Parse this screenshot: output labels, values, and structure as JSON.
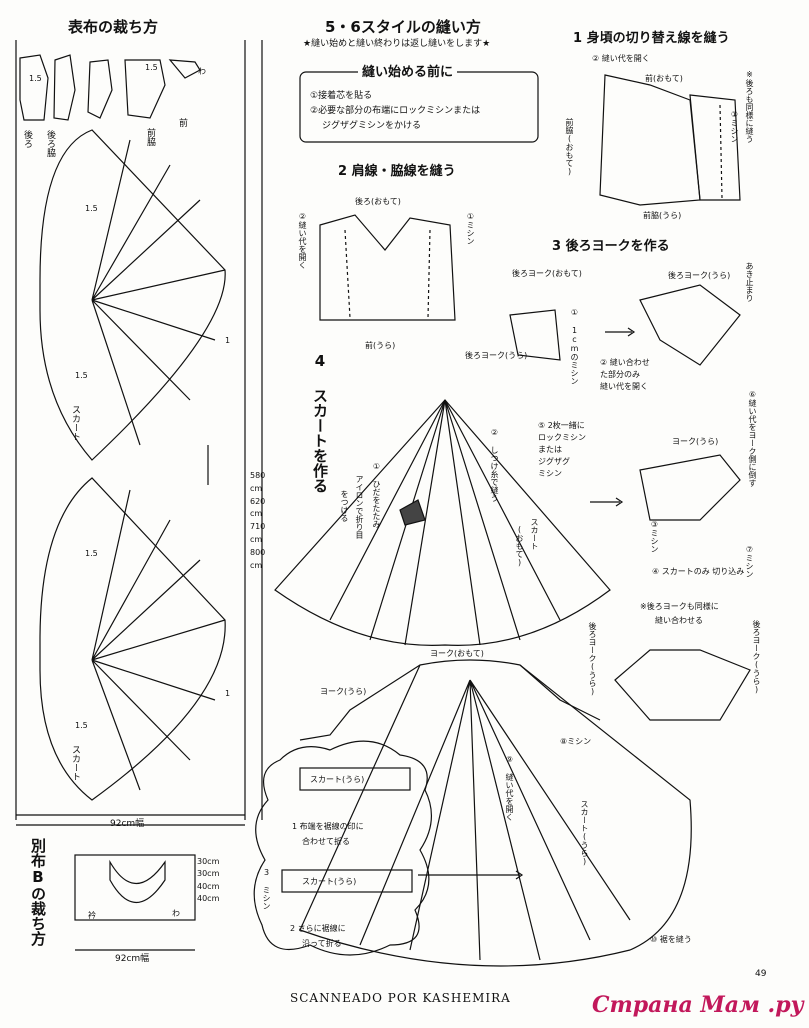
{
  "left": {
    "main_fabric_title": "表布の裁ち方",
    "wa": "わ",
    "seam_15": "1.5",
    "seam_1": "1",
    "back": "後ろ",
    "back_side": "後ろ脇",
    "front_side": "前脇",
    "front": "前",
    "skirt": "スカート",
    "len_580": "580",
    "len_620": "620",
    "len_710": "710",
    "len_800": "800",
    "width_92": "92cm幅",
    "fabric_b_title": "別布Bの裁ち方",
    "collar": "衿",
    "m30a": "30cm",
    "m30b": "30cm",
    "m40a": "40cm",
    "m40b": "40cm"
  },
  "center": {
    "title": "5・6スタイルの縫い方",
    "note": "★縫い始めと縫い終わりは返し縫いをします★",
    "before_title": "縫い始める前に",
    "before_1": "①接着芯を貼る",
    "before_2": "②必要な部分の布端にロックミシンまたは",
    "before_2b": "ジグザグミシンをかける"
  },
  "steps": {
    "s1_title": "1 身頃の切り替え線を縫う",
    "s1_open": "② 縫い代を開く",
    "s1_front_right": "前(おもて)",
    "s1_front_side": "前脇(おもて)",
    "s1_machine": "①ミシン",
    "s1_same": "※後ろも同様に縫う",
    "s1_front_side_wrong": "前脇(うら)",
    "s2_title": "2 肩線・脇線を縫う",
    "s2_back_right": "後ろ(おもて)",
    "s2_open": "②縫い代を開く",
    "s2_machine": "①ミシン",
    "s2_front_wrong": "前(うら)",
    "s3_title": "3 後ろヨークを作る",
    "s3_back_yoke_right": "後ろヨーク(おもて)",
    "s3_back_yoke_wrong": "後ろヨーク(うら)",
    "s3_machine_1cm": "① 1cmのミシン",
    "s3_back_yoke_wrong2": "後ろヨーク(うら)",
    "s3_stop": "あき止まり",
    "s3_open_a": "② 縫い合わせ",
    "s3_open_b": "た部分のみ",
    "s3_open_c": "縫い代を開く",
    "s3_lock_a": "⑤ 2枚一緒に",
    "s3_lock_b": "ロックミシン",
    "s3_lock_c": "または",
    "s3_lock_d": "ジグザグ",
    "s3_lock_e": "ミシン",
    "s3_yoke_wrong": "ヨーク(うら)",
    "s3_fold_yoke": "⑥縫い代をヨーク側に倒す",
    "s3_machine_3": "③ミシン",
    "s3_machine_7": "⑦ミシン",
    "s3_notch": "④ スカートのみ 切り込み",
    "s3_back_same": "※後ろヨークも同様に",
    "s3_back_same2": "縫い合わせる",
    "s4_title": "4 スカートを作る",
    "s4_fold1": "① ひだをたたみ",
    "s4_fold2": "アイロンで折り目",
    "s4_fold3": "をつける",
    "s4_baste": "② しつけ糸で縫う",
    "s4_skirt": "スカート",
    "s4_right": "(おもて)"
  },
  "finish": {
    "yoke_right": "ヨーク(おもて)",
    "yoke_wrong": "ヨーク(うら)",
    "machine_8": "⑧ミシン",
    "open_9": "⑨ 縫い代を開く",
    "skirt_wrong": "スカート(うら)",
    "hem_10": "⑩ 裾を縫う",
    "back_yoke_wrong": "後ろヨーク(うら)"
  },
  "inset": {
    "skirt_wrong": "スカート(うら)",
    "step1a": "1 布端を裾線の印に",
    "step1b": "合わせて折る",
    "machine_3": "3 ミシン",
    "step2a": "2 さらに裾線に",
    "step2b": "沿って折る"
  },
  "footer": {
    "page": "49",
    "credit": "SCANNEADO POR KASHEMIRA",
    "watermark": "Страна Мам .ру"
  }
}
